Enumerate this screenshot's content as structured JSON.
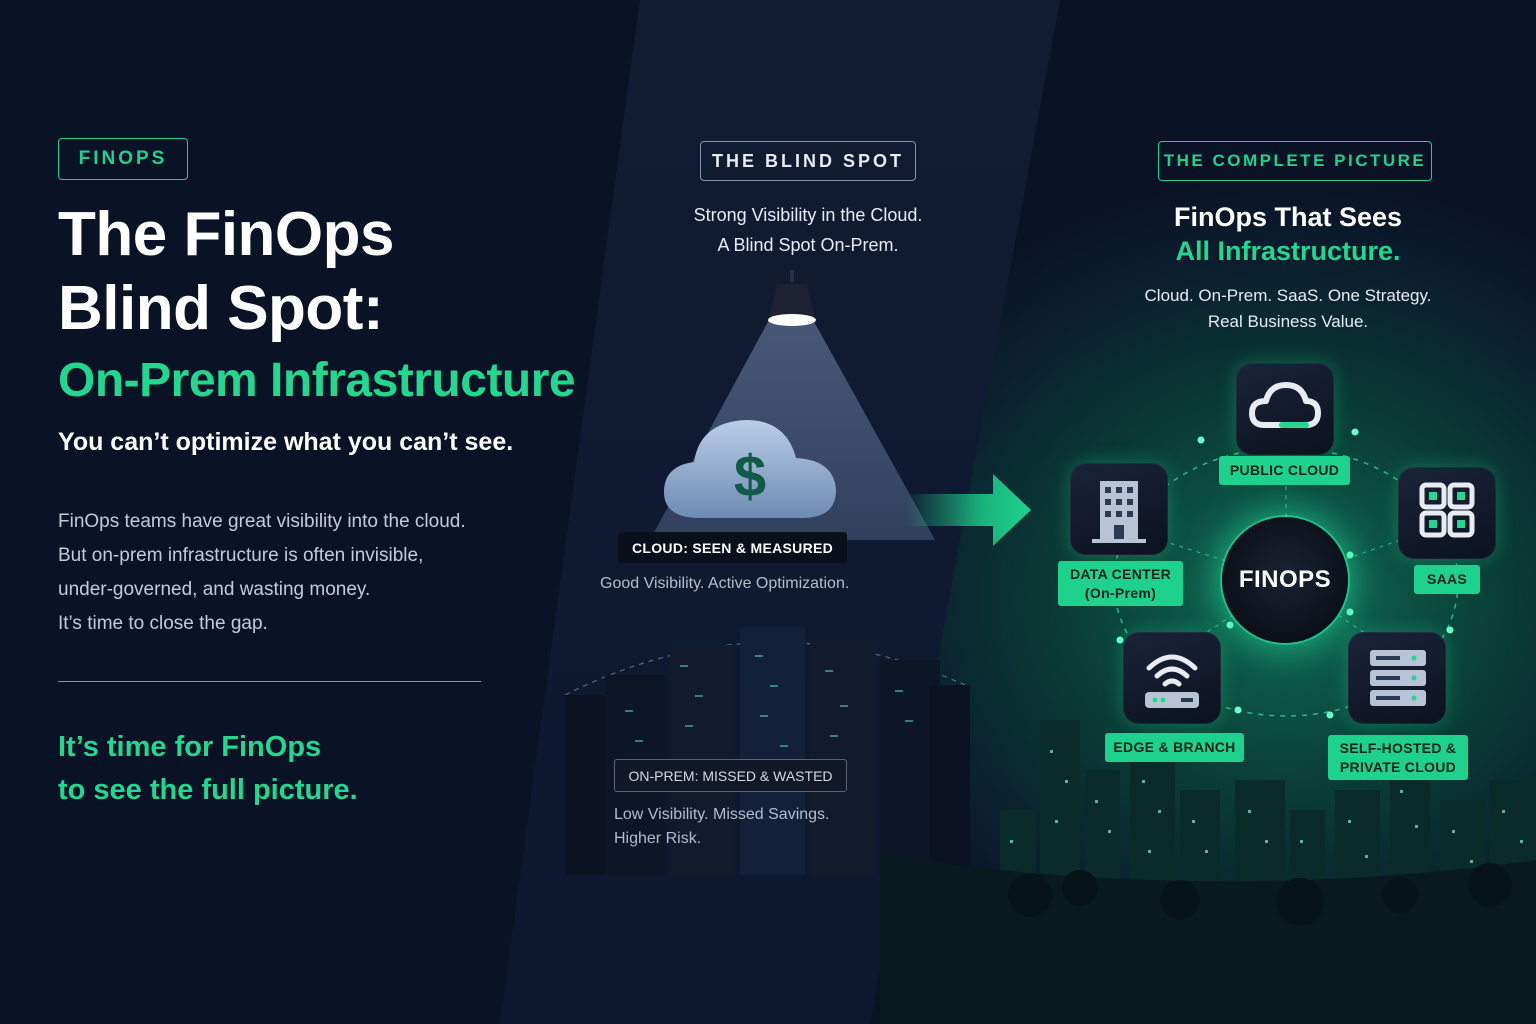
{
  "left": {
    "tag": "FINOPS",
    "title_line1": "The FinOps",
    "title_line2": "Blind Spot:",
    "title_line3": "On-Prem Infrastructure",
    "subtitle": "You can’t optimize what you can’t see.",
    "body": [
      "FinOps teams have great visibility into the cloud.",
      "But on-prem infrastructure is often invisible,",
      "under-governed, and wasting money.",
      "It’s time to close the gap."
    ],
    "closing_line1": "It’s time for FinOps",
    "closing_line2": "to see the full picture."
  },
  "middle": {
    "tag": "THE BLIND SPOT",
    "sub_line1": "Strong Visibility in the Cloud.",
    "sub_line2": "A Blind Spot On-Prem.",
    "cloud_symbol": "$",
    "cloud_label": "CLOUD: SEEN & MEASURED",
    "cloud_note": "Good Visibility. Active Optimization.",
    "onprem_label": "ON-PREM: MISSED & WASTED",
    "onprem_note_line1": "Low Visibility. Missed Savings.",
    "onprem_note_line2": "Higher Risk."
  },
  "right": {
    "tag": "THE COMPLETE PICTURE",
    "title_line1": "FinOps That Sees",
    "title_line2": "All Infrastructure.",
    "sub_line1": "Cloud. On-Prem. SaaS. One Strategy.",
    "sub_line2": "Real Business Value.",
    "hub": "FINOPS",
    "nodes": {
      "public_cloud": "PUBLIC CLOUD",
      "data_center_line1": "DATA CENTER",
      "data_center_line2": "(On-Prem)",
      "saas": "SAAS",
      "edge": "EDGE & BRANCH",
      "self_hosted_line1": "SELF-HOSTED &",
      "self_hosted_line2": "PRIVATE CLOUD"
    },
    "icons": [
      "cloud-icon",
      "building-icon",
      "apps-grid-icon",
      "wifi-router-icon",
      "server-rack-icon"
    ]
  },
  "colors": {
    "accent": "#1ed28e",
    "background": "#0a1326"
  }
}
